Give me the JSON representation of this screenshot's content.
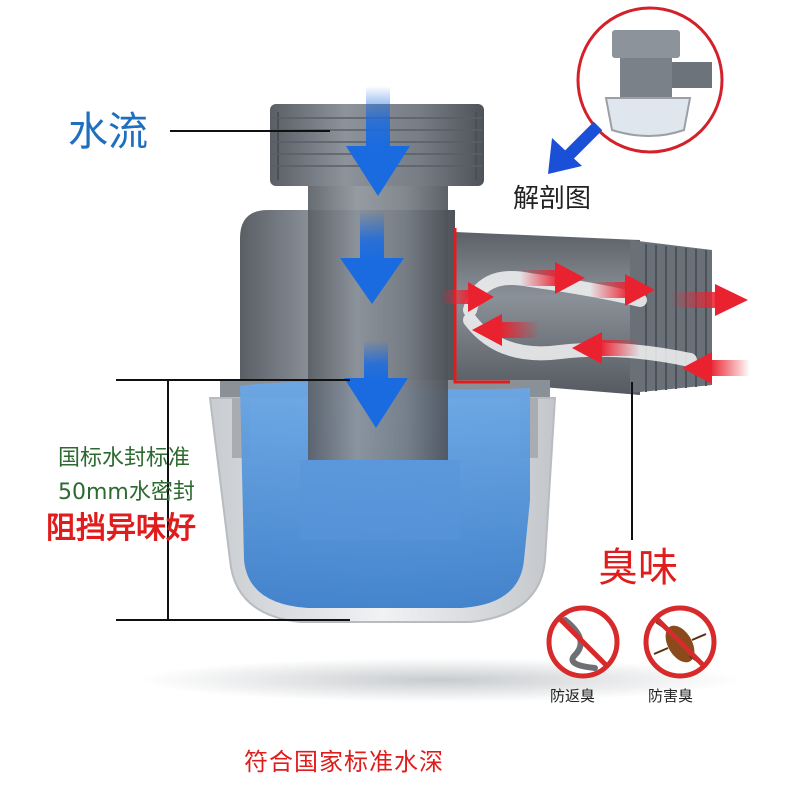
{
  "labels": {
    "water_flow": "水流",
    "cutaway": "解剖图",
    "standard_line1": "国标水封标准",
    "standard_line2": "50mm水密封",
    "odor_block": "阻挡异味好",
    "odor": "臭味",
    "anti_backflow": "防返臭",
    "anti_pest": "防害臭",
    "footer": "符合国家标准水深"
  },
  "icons": {
    "flow_arrow": "down-arrow-icon",
    "odor_arrow": "right-arrow-icon",
    "pointer_arrow": "down-left-arrow-icon",
    "no_odor": "no-odor-icon",
    "no_pest": "no-cockroach-icon"
  },
  "colors": {
    "water": "#4a8fd6",
    "pipe": "#7b8189",
    "flow_arrow": "#1a6be0",
    "odor_arrow": "#ea2230",
    "prohibition": "#d72b2b",
    "accent_red": "#e01d1d",
    "label_blue": "#1f6fc0",
    "label_green": "#2d6a30"
  }
}
